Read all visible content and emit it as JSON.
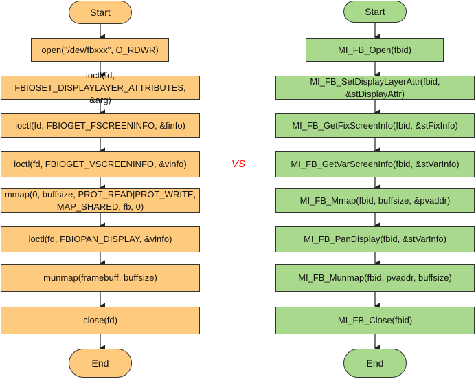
{
  "separator": "VS",
  "left_flow": {
    "color": "#fecb7e",
    "start": "Start",
    "steps": [
      "open(\"/dev/fbxxx\", O_RDWR)",
      "ioctl(fd, FBIOSET_DISPLAYLAYER_ATTRIBUTES, &arg)",
      "ioctl(fd, FBIOGET_FSCREENINFO, &finfo)",
      "ioctl(fd, FBIOGET_VSCREENINFO, &vinfo)",
      "mmap(0, buffsize, PROT_READ|PROT_WRITE, MAP_SHARED, fb, 0)",
      "ioctl(fd, FBIOPAN_DISPLAY, &vinfo)",
      "munmap(framebuff, buffsize)",
      "close(fd)"
    ],
    "end": "End"
  },
  "right_flow": {
    "color": "#a9d98d",
    "start": "Start",
    "steps": [
      "MI_FB_Open(fbid)",
      "MI_FB_SetDisplayLayerAttr(fbid, &stDisplayAttr)",
      "MI_FB_GetFixScreenInfo(fbid, &stFixInfo)",
      "MI_FB_GetVarScreenInfo(fbid, &stVarInfo)",
      "MI_FB_Mmap(fbid, buffsize, &pvaddr)",
      "MI_FB_PanDisplay(fbid, &stVarInfo)",
      "MI_FB_Munmap(fbid, pvaddr, buffsize)",
      "MI_FB_Close(fbid)"
    ],
    "end": "End"
  }
}
